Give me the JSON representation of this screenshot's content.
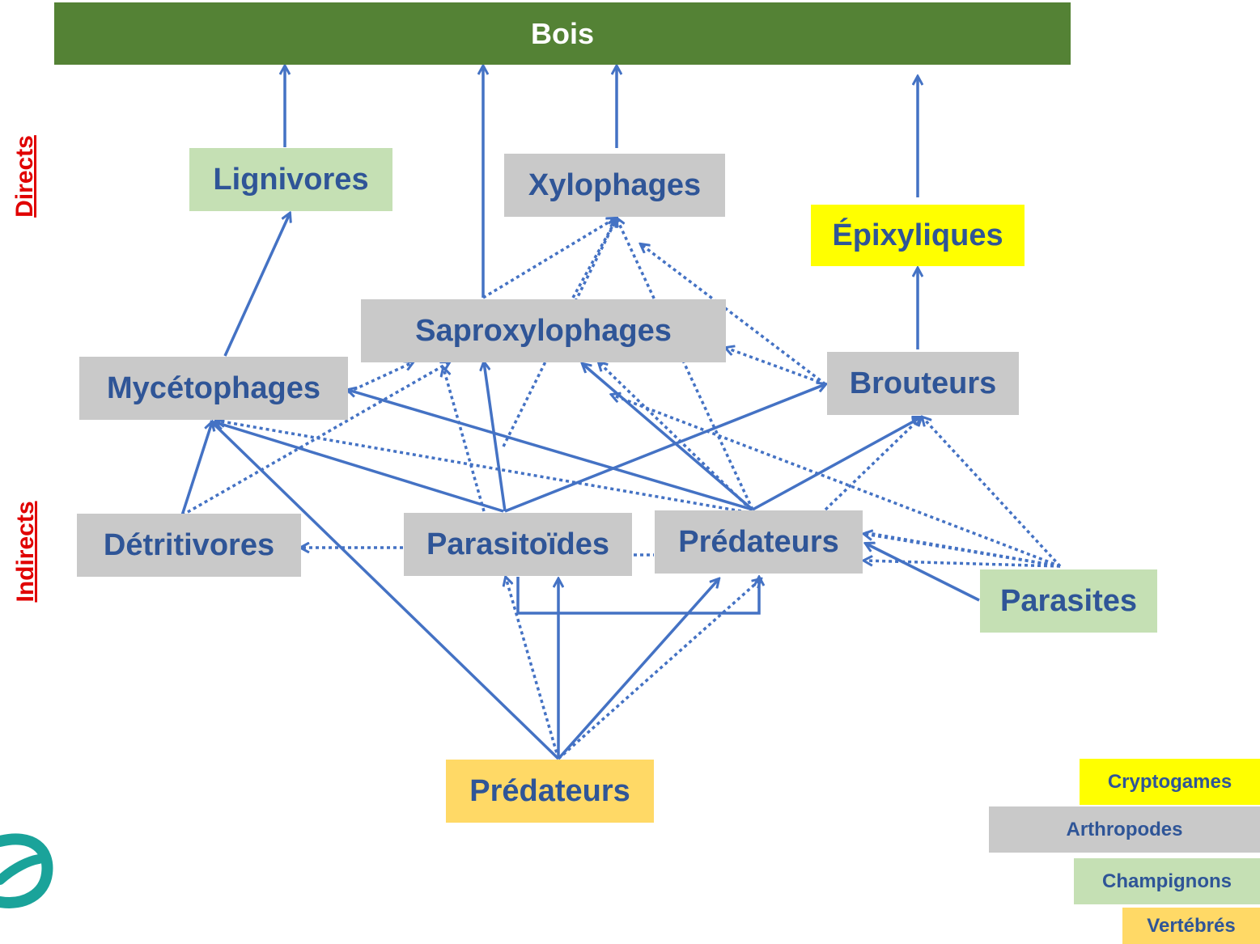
{
  "top_bar": {
    "label": "Bois"
  },
  "side_labels": {
    "direct": "Directs",
    "indirect": "Indirects"
  },
  "nodes": {
    "lignivores": "Lignivores",
    "xylophages": "Xylophages",
    "epixyliques": "Épixyliques",
    "saproxylophages": "Saproxylophages",
    "mycetophages": "Mycétophages",
    "brouteurs": "Brouteurs",
    "detritivores": "Détritivores",
    "parasitoides": "Parasitoïdes",
    "predateurs_arthro": "Prédateurs",
    "parasites": "Parasites",
    "predateurs_vert": "Prédateurs"
  },
  "legend": {
    "cryptogames": "Cryptogames",
    "arthropodes": "Arthropodes",
    "champignons": "Champignons",
    "vertebres": "Vertébrés"
  },
  "colors": {
    "bar": "#548235",
    "arthropodes": "#c9c9c9",
    "champignons": "#c5e0b4",
    "cryptogames": "#ffff00",
    "vertebres": "#ffd966",
    "text": "#2f5597",
    "edge": "#4472c4",
    "side_label": "#e00000"
  }
}
